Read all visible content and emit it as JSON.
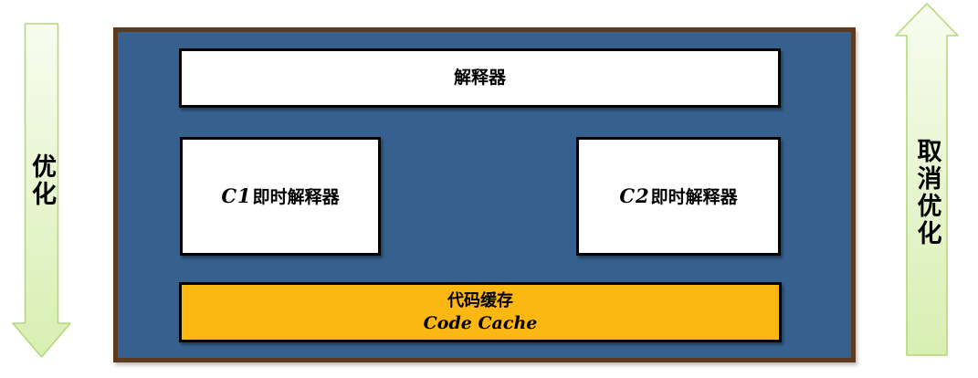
{
  "diagram": {
    "title_hint": "JVM tiered compilation diagram",
    "container": {
      "boxes": {
        "interpreter": {
          "label": "解释器"
        },
        "c1": {
          "prefix": "C1",
          "label": "即时解释器"
        },
        "c2": {
          "prefix": "C2",
          "label": "即时解释器"
        },
        "code_cache": {
          "label_zh": "代码缓存",
          "label_en": "Code Cache"
        }
      }
    },
    "arrows": {
      "optimize": {
        "label": "优化",
        "direction": "down"
      },
      "deoptimize": {
        "label": "取消优化",
        "direction": "up"
      }
    },
    "colors": {
      "container_fill": "#36618F",
      "container_border": "#5E3B1F",
      "box_border": "#000000",
      "code_cache_fill": "#FDB713",
      "arrow_gradient_start": "#F8FCF0",
      "arrow_gradient_end": "#D8EFB2",
      "arrow_border": "#B5D878"
    }
  }
}
